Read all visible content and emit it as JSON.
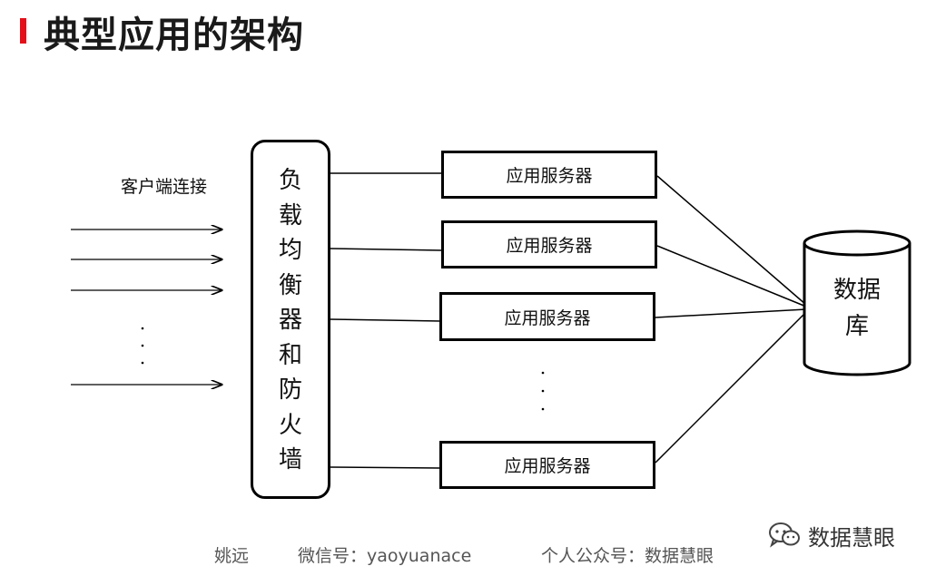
{
  "page": {
    "title": "典型应用的架构",
    "accent_color": "#e3101a"
  },
  "diagram": {
    "client_label": "客户端连接",
    "load_balancer_label": [
      "负",
      "载",
      "均",
      "衡",
      "器",
      "和",
      "防",
      "火",
      "墙"
    ],
    "servers": [
      {
        "label": "应用服务器"
      },
      {
        "label": "应用服务器"
      },
      {
        "label": "应用服务器"
      },
      {
        "label": "应用服务器"
      }
    ],
    "database_label_line1": "数据",
    "database_label_line2": "库"
  },
  "footer": {
    "author": "姚远",
    "wechat": "微信号：yaoyuanace",
    "public_account": "个人公众号：数据慧眼"
  },
  "watermark": {
    "icon": "wechat-icon",
    "text": "数据慧眼"
  }
}
